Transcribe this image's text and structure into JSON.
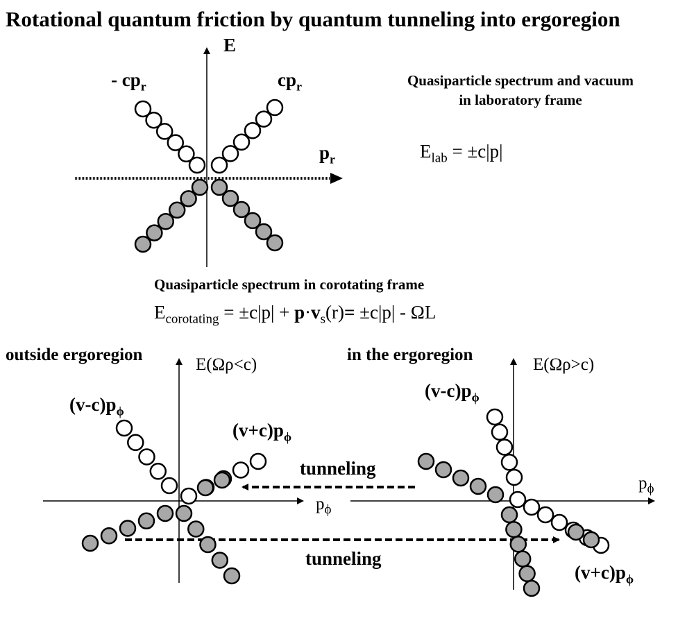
{
  "title": "Rotational quantum friction by quantum tunneling into ergoregion",
  "top_diagram": {
    "axis_energy": "E",
    "axis_momentum": "p",
    "axis_momentum_sub": "r",
    "branch_left": "- cp",
    "branch_left_sub": "r",
    "branch_right": "cp",
    "branch_right_sub": "r"
  },
  "lab_caption_line1": "Quasiparticle  spectrum and vacuum",
  "lab_caption_line2": "in laboratory frame",
  "lab_formula_lhs": "E",
  "lab_formula_sub": "lab",
  "lab_formula_rhs": " =  ±c|p|",
  "corot_caption": "Quasiparticle  spectrum in corotating  frame",
  "corot_formula": {
    "lhs": "E",
    "lhs_sub": "corotating",
    "part1": " =  ±c|p| + ",
    "p_bold": "p",
    "dot": "·",
    "v_bold": "v",
    "v_sub": "s",
    "part2": "(r)",
    "eq_bold": "=",
    "part3": "  ±c|p| - ΩL"
  },
  "left_panel": {
    "region_label": "outside ergoregion",
    "axis_energy": "E(Ωρ<c)",
    "axis_momentum": "p",
    "axis_momentum_sub": "ϕ",
    "branch_upper": "(v-c)p",
    "branch_upper_sub": "ϕ",
    "branch_lower": "(v+c)p",
    "branch_lower_sub": "ϕ"
  },
  "right_panel": {
    "region_label": "in the ergoregion",
    "axis_energy": "E(Ωρ>c)",
    "axis_momentum": "p",
    "axis_momentum_sub": "ϕ",
    "branch_upper": "(v-c)p",
    "branch_upper_sub": "ϕ",
    "branch_lower": "(v+c)p",
    "branch_lower_sub": "ϕ"
  },
  "tunneling_upper": "tunneling",
  "tunneling_lower": "tunneling",
  "colors": {
    "ink": "#000000",
    "filled_circle": "#a8a8a8",
    "empty_circle": "#ffffff"
  }
}
